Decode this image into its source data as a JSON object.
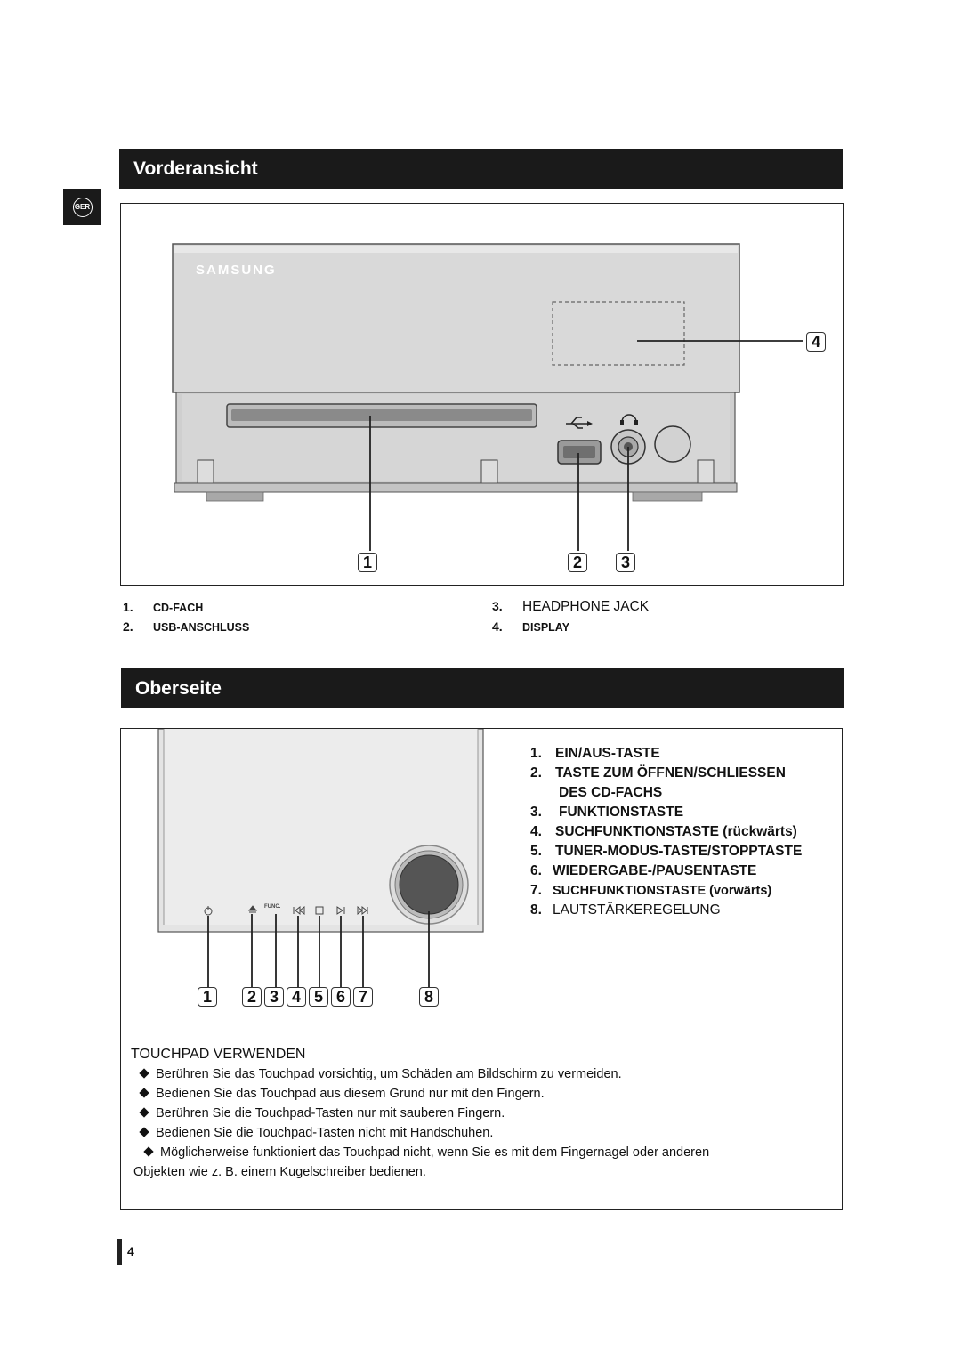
{
  "lang_tab": "GER",
  "sections": {
    "front": {
      "title": "Vorderansicht",
      "brand": "SAMSUNG",
      "callouts": [
        "1",
        "2",
        "3",
        "4"
      ],
      "legend": [
        {
          "num": "1.",
          "label": "CD-FACH"
        },
        {
          "num": "2.",
          "label": "USB-ANSCHLUSS"
        },
        {
          "num": "3.",
          "label": "HEADPHONE JACK"
        },
        {
          "num": "4.",
          "label": "DISPLAY"
        }
      ]
    },
    "top": {
      "title": "Oberseite",
      "panel_func_label": "FUNC.",
      "callouts": [
        "1",
        "2",
        "3",
        "4",
        "5",
        "6",
        "7",
        "8"
      ],
      "list": [
        {
          "num": "1.",
          "label": "EIN/AUS-TASTE"
        },
        {
          "num": "2.",
          "label": "TASTE ZUM ÖFFNEN/SCHLIESSEN"
        },
        {
          "num": "",
          "label": "DES CD-FACHS"
        },
        {
          "num": "3.",
          "label": "FUNKTIONSTASTE"
        },
        {
          "num": "4.",
          "label": "SUCHFUNKTIONSTASTE (rückwärts)"
        },
        {
          "num": "5.",
          "label": "TUNER-MODUS-TASTE/STOPPTASTE"
        },
        {
          "num": "6.",
          "label": "WIEDERGABE-/PAUSENTASTE"
        },
        {
          "num": "7.",
          "label": "SUCHFUNKTIONSTASTE (vorwärts)"
        },
        {
          "num": "8.",
          "label": "LAUTSTÄRKEREGELUNG"
        }
      ]
    }
  },
  "touchpad": {
    "title": "TOUCHPAD VERWENDEN",
    "bullets": [
      "Berühren Sie das Touchpad vorsichtig, um Schäden am Bildschirm zu vermeiden.",
      "Bedienen Sie das Touchpad aus diesem Grund nur mit den Fingern.",
      "Berühren Sie die Touchpad-Tasten nur mit sauberen Fingern.",
      "Bedienen Sie die Touchpad-Tasten nicht mit Handschuhen.",
      "Möglicherweise funktioniert das Touchpad nicht, wenn Sie es mit dem Fingernagel oder anderen"
    ],
    "continuation": "Objekten wie z. B. einem Kugelschreiber bedienen."
  },
  "page_number": "4"
}
